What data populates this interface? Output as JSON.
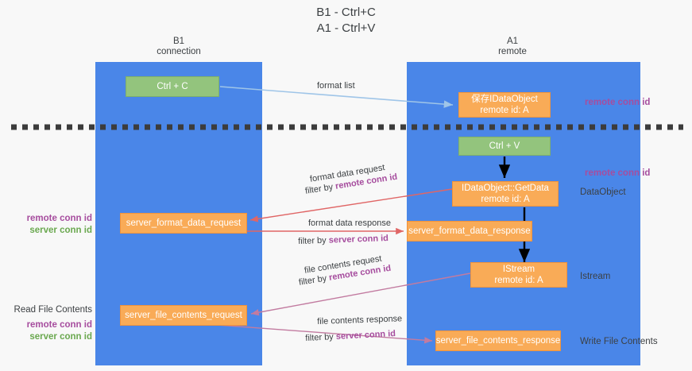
{
  "title": {
    "line1": "B1 - Ctrl+C",
    "line2": "A1 - Ctrl+V"
  },
  "colors": {
    "lane": "#4a86e8",
    "green_box": "#93c47d",
    "orange_box": "#f9ab57",
    "purple_text": "#a64d9e",
    "green_text": "#6aa84f",
    "red_arrow": "#e06666",
    "magenta_arrow": "#c27ba0",
    "blue_arrow": "#9fc5e8",
    "black_arrow": "#000000",
    "background": "#f8f8f8"
  },
  "columns": [
    {
      "name": "B1",
      "subtitle": "connection"
    },
    {
      "name": "A1",
      "subtitle": "remote"
    }
  ],
  "boxes": {
    "ctrl_c": "Ctrl + C",
    "idataobject": {
      "line1": "保存IDataObject",
      "line2": "remote id: A"
    },
    "ctrl_v": "Ctrl + V",
    "getdata": {
      "line1": "IDataObject::GetData",
      "line2": "remote id: A"
    },
    "server_format_data_request": "server_format_data_request",
    "server_format_data_response": "server_format_data_response",
    "istream": {
      "line1": "IStream",
      "line2": "remote id: A"
    },
    "server_file_contents_request": "server_file_contents_request",
    "server_file_contents_response": "server_file_contents_response"
  },
  "edge_labels": {
    "format_list": "format list",
    "format_data_request": "format data request",
    "filter_by_remote_1_prefix": "filter by ",
    "filter_by_remote_1_value": "remote conn id",
    "format_data_response": "format data response",
    "filter_by_server_1_prefix": "filter by ",
    "filter_by_server_1_value": "server conn id",
    "file_contents_request": "file contents request",
    "filter_by_remote_2_prefix": "filter by ",
    "filter_by_remote_2_value": "remote conn id",
    "file_contents_response": "file contents response",
    "filter_by_server_2_prefix": "filter by ",
    "filter_by_server_2_value": "server conn id"
  },
  "right_labels": {
    "remote_conn_id_1": "remote conn id",
    "remote_conn_id_2": "remote conn id",
    "dataobject": "DataObject",
    "istream": "Istream",
    "write_file_contents": "Write File Contents"
  },
  "left_labels": {
    "remote_conn_id_1": "remote conn id",
    "server_conn_id_1": "server conn id",
    "read_file_contents": "Read File Contents",
    "remote_conn_id_2": "remote conn id",
    "server_conn_id_2": "server conn id"
  }
}
